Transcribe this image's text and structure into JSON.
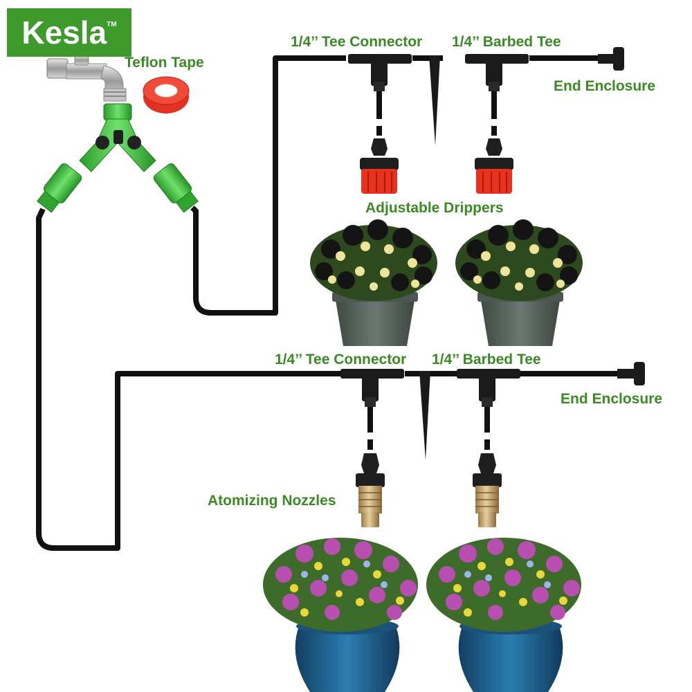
{
  "brand": {
    "name": "Kesla",
    "trademark": "TM",
    "color": "#3f9a2c"
  },
  "label_color": "#3a8a23",
  "labels": {
    "teflon_tape": "Teflon Tape",
    "top_tee_connector": "1/4’’ Tee Connector",
    "top_barbed_tee": "1/4’’ Barbed Tee",
    "top_end_enclosure": "End Enclosure",
    "adjustable_drippers": "Adjustable Drippers",
    "bottom_tee_connector": "1/4’’ Tee Connector",
    "bottom_barbed_tee": "1/4’’ Barbed Tee",
    "bottom_end_enclosure": "End Enclosure",
    "atomizing_nozzles": "Atomizing Nozzles"
  },
  "icons": [
    "faucet-icon",
    "teflon-tape-icon",
    "y-splitter-icon",
    "tee-connector-icon",
    "barbed-tee-icon",
    "end-plug-icon",
    "stake-icon",
    "dripper-icon",
    "nozzle-icon",
    "flower-pot-icon"
  ],
  "colors": {
    "tube": "#111111",
    "connector_green": "#3cc13a",
    "dripper_red": "#e8321e",
    "nozzle_brass": "#c9a770",
    "pot_gray": "#5b6660",
    "pot_blue": "#1f5e8c"
  }
}
